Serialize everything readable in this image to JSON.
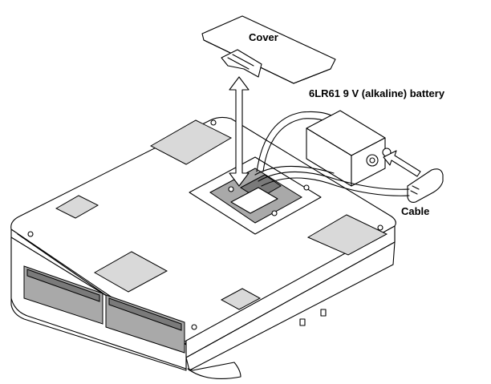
{
  "labels": {
    "cover": "Cover",
    "battery": "6LR61 9 V (alkaline) battery",
    "cable": "Cable"
  },
  "colors": {
    "line": "#000000",
    "pad_fill": "#d9d9d9",
    "slot_fill": "#7a7a7a",
    "background": "#ffffff"
  }
}
